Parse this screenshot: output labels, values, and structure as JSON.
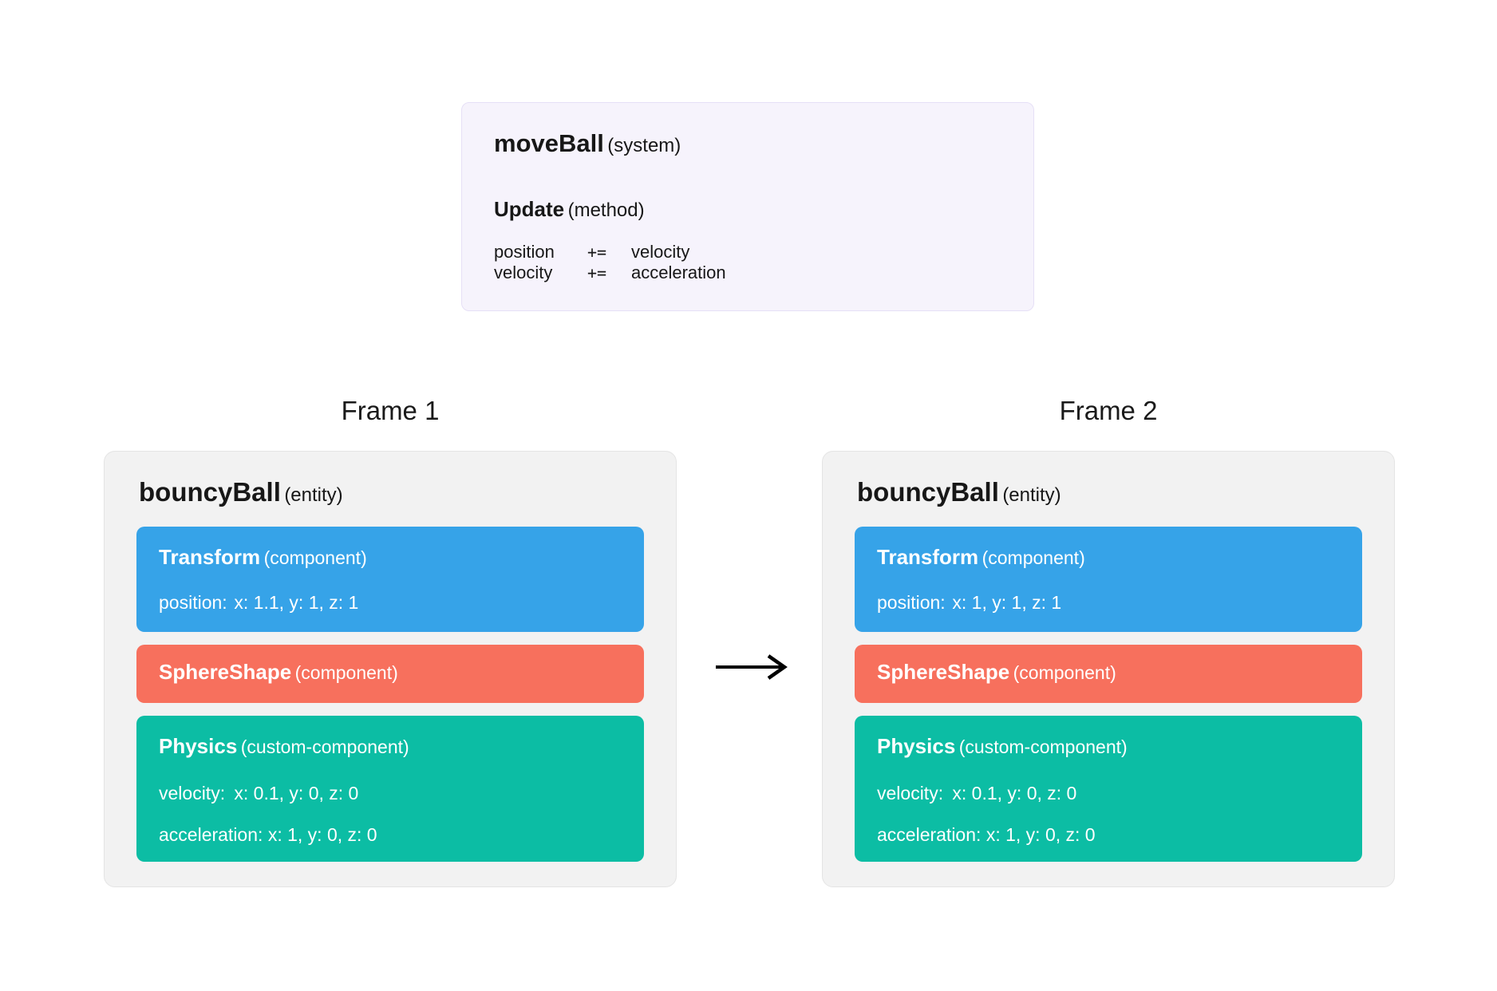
{
  "colors": {
    "system_card_bg": "#F6F3FC",
    "system_card_border": "#E6E0F6",
    "entity_card_bg": "#F2F2F2",
    "entity_card_border": "#E4E4E4",
    "transform_component_bg": "#36A3E8",
    "sphere_shape_component_bg": "#F7705D",
    "physics_component_bg": "#0CBDA4",
    "heading_text": "#171717",
    "component_text": "#FFFFFF",
    "arrow_color": "#000000"
  },
  "icons": {
    "transition_arrow": "right-arrow"
  },
  "system_card": {
    "name": "moveBall",
    "type_label": "(system)",
    "method": {
      "name": "Update",
      "type_label": "(method)"
    },
    "code": [
      {
        "target": "position",
        "operator": "+=",
        "source": "velocity"
      },
      {
        "target": "velocity",
        "operator": "+=",
        "source": "acceleration"
      }
    ]
  },
  "frames": [
    {
      "label": "Frame 1",
      "entity": {
        "name": "bouncyBall",
        "type_label": "(entity)",
        "components": [
          {
            "name": "Transform",
            "type_label": "(component)",
            "rows": [
              {
                "key": "position:",
                "value": "x: 1.1, y: 1, z: 1"
              }
            ]
          },
          {
            "name": "SphereShape",
            "type_label": "(component)",
            "rows": []
          },
          {
            "name": "Physics",
            "type_label": "(custom-component)",
            "rows": [
              {
                "key": "velocity:",
                "value": "x: 0.1, y: 0, z: 0"
              },
              {
                "key": "acceleration:",
                "value": "x: 1, y: 0, z: 0"
              }
            ]
          }
        ]
      }
    },
    {
      "label": "Frame 2",
      "entity": {
        "name": "bouncyBall",
        "type_label": "(entity)",
        "components": [
          {
            "name": "Transform",
            "type_label": "(component)",
            "rows": [
              {
                "key": "position:",
                "value": "x: 1, y: 1, z: 1"
              }
            ]
          },
          {
            "name": "SphereShape",
            "type_label": "(component)",
            "rows": []
          },
          {
            "name": "Physics",
            "type_label": "(custom-component)",
            "rows": [
              {
                "key": "velocity:",
                "value": "x: 0.1, y: 0, z: 0"
              },
              {
                "key": "acceleration:",
                "value": "x: 1, y: 0, z: 0"
              }
            ]
          }
        ]
      }
    }
  ]
}
